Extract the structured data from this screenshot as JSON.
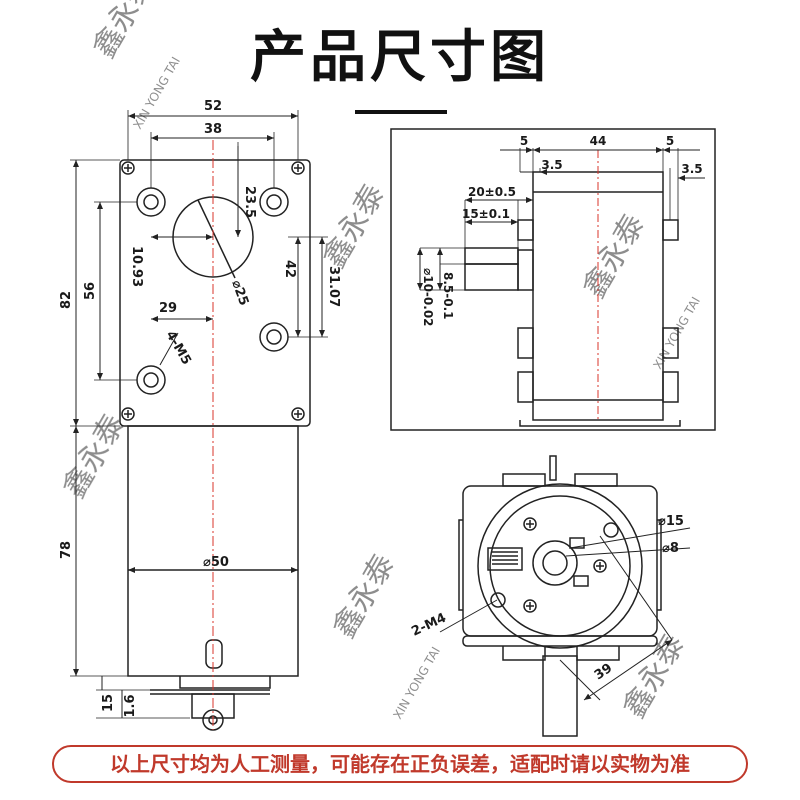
{
  "title": "产品尺寸图",
  "footer_note": "以上尺寸均为人工测量，可能存在正负误差，适配时请以实物为准",
  "watermark": {
    "brand_cn": "鑫永泰",
    "brand_en": "XIN YONG TAI"
  },
  "front_view": {
    "dims": {
      "width_total": "52",
      "hole_spacing_x": "38",
      "shaft_offset_top": "23.5",
      "shaft_offset_left": "10.93",
      "hole_spacing_y": "42",
      "shaft_offset_right": "31.07",
      "height_total": "82",
      "hole_spacing_left": "56",
      "shaft_to_hole": "29",
      "boss_diameter": "⌀25",
      "screw_spec": "4-M5",
      "motor_length": "78",
      "motor_diameter": "⌀50",
      "tail_length": "15",
      "tail_thickness": "1.6"
    }
  },
  "side_view": {
    "dims": {
      "left_offset": "5",
      "body_width": "44",
      "right_offset": "5",
      "left_small": "3.5",
      "right_small": "3.5",
      "shaft_length": "20±0.5",
      "flat_length": "15±0.1",
      "flat_width": "8.5-0.1",
      "shaft_diameter": "⌀10-0.02"
    }
  },
  "end_view": {
    "dims": {
      "bearing_outer": "⌀15",
      "bearing_inner": "⌀8",
      "screw_spec": "2-M4",
      "shaft_protrusion": "39"
    }
  },
  "colors": {
    "line": "#222222",
    "centerline": "#d9342b",
    "footer": "#c0392b",
    "watermark": "#d8d8d8"
  }
}
